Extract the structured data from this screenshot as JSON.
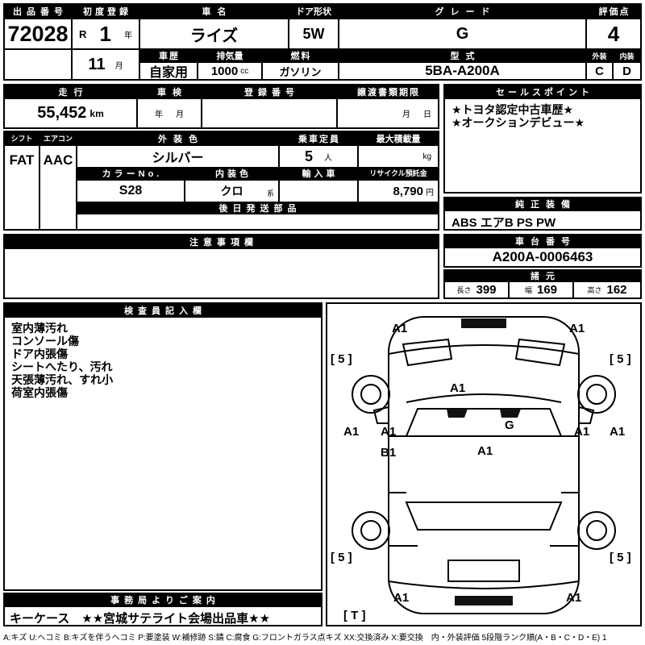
{
  "colors": {
    "header_bg": "#000000",
    "line": "#000000",
    "paper": "#ffffff"
  },
  "top": {
    "exhibit": {
      "label": "出品番号",
      "value": "72028"
    },
    "first_registration": {
      "label": "初度登録",
      "era": "R",
      "year": "1",
      "year_unit": "年",
      "month": "11",
      "month_unit": "月"
    },
    "car_name": {
      "label": "車名",
      "value": "ライズ"
    },
    "door_shape": {
      "label": "ドア形状",
      "value": "5W"
    },
    "grade": {
      "label": "グレード",
      "value": "G"
    },
    "score": {
      "label": "評価点",
      "value": "4"
    },
    "history": {
      "label": "車歴",
      "value": "自家用"
    },
    "displacement": {
      "label": "排気量",
      "value": "1000",
      "unit": "cc"
    },
    "fuel": {
      "label": "燃料",
      "value": "ガソリン"
    },
    "model_code": {
      "label": "型式",
      "value": "5BA-A200A"
    },
    "exterior_grade": {
      "label": "外装",
      "value": "C"
    },
    "interior_grade": {
      "label": "内装",
      "value": "D"
    }
  },
  "registration": {
    "mileage": {
      "label": "走行",
      "value": "55,452",
      "unit": "km"
    },
    "inspection": {
      "label": "車検",
      "year_unit": "年",
      "month_unit": "月"
    },
    "registration_no": {
      "label": "登録番号",
      "value": ""
    },
    "transfer_deadline": {
      "label": "譲渡書類期限",
      "month_unit": "月",
      "day_unit": "日"
    }
  },
  "sales_points": {
    "label": "セールスポイント",
    "line1": "★トヨタ認定中古車歴★",
    "line2": "★オークションデビュー★"
  },
  "equipment_colors": {
    "shift": {
      "label": "シフト",
      "value": "FAT"
    },
    "aircon": {
      "label": "エアコン",
      "value": "AAC"
    },
    "exterior_color": {
      "label": "外装色",
      "value": "シルバー"
    },
    "capacity": {
      "label": "乗車定員",
      "value": "5",
      "unit": "人"
    },
    "max_load": {
      "label": "最大積載量",
      "unit": "kg"
    },
    "color_no": {
      "label": "カラーNo.",
      "value": "S28"
    },
    "interior_color": {
      "label": "内装色",
      "value": "クロ",
      "suffix": "系"
    },
    "imported": {
      "label": "輸入車",
      "value": ""
    },
    "recycle_deposit": {
      "label": "リサイクル預託金",
      "value": "8,790",
      "unit": "円"
    },
    "later_shipping_parts": {
      "label": "後日発送部品",
      "value": ""
    }
  },
  "genuine_equipment": {
    "label": "純正装備",
    "value": "ABS エアB PS PW"
  },
  "cautions": {
    "label": "注意事項欄",
    "value": ""
  },
  "chassis": {
    "label": "車台番号",
    "value": "A200A-0006463"
  },
  "dimensions": {
    "label": "諸元",
    "length_label": "長さ",
    "length": "399",
    "width_label": "幅",
    "width": "169",
    "height_label": "高さ",
    "height": "162"
  },
  "inspector_notes": {
    "label": "検査員記入欄",
    "lines": [
      "室内薄汚れ",
      "コンソール傷",
      "ドア内張傷",
      "シートへたり、汚れ",
      "天張薄汚れ、すれ小",
      "荷室内張傷"
    ]
  },
  "office_info": {
    "label": "事務局よりご案内",
    "value": "キーケース　★★宮城サテライト会場出品車★★"
  },
  "diagram": {
    "markers": [
      {
        "area": "front-bumper-left",
        "label": "A1"
      },
      {
        "area": "front-bumper-right",
        "label": "A1"
      },
      {
        "area": "tire-front-left",
        "label": "[ 5 ]"
      },
      {
        "area": "tire-front-right",
        "label": "[ 5 ]"
      },
      {
        "area": "hood",
        "label": "A1"
      },
      {
        "area": "left-fender",
        "label": "A1"
      },
      {
        "area": "left-front-door",
        "label": "A1"
      },
      {
        "area": "left-front-door-dent",
        "label": "B1"
      },
      {
        "area": "windshield",
        "label": "G"
      },
      {
        "area": "roof",
        "label": "A1"
      },
      {
        "area": "right-front-door",
        "label": "A1"
      },
      {
        "area": "right-fender",
        "label": "A1"
      },
      {
        "area": "tire-rear-left",
        "label": "[ 5 ]"
      },
      {
        "area": "tire-rear-right",
        "label": "[ 5 ]"
      },
      {
        "area": "rear-bumper-left",
        "label": "A1"
      },
      {
        "area": "rear-bumper-right",
        "label": "A1"
      },
      {
        "area": "spare-tire",
        "label": "[ T ]"
      }
    ]
  },
  "footer": {
    "legend": "A:キズ U:ヘコミ B:キズを伴うヘコミ P:要塗装 W:補修跡 S:錆 C:腐食 G:フロントガラス点キズ XX:交換済み X:要交換　内・外装評価 5段階ランク順(A・B・C・D・E) 1"
  }
}
